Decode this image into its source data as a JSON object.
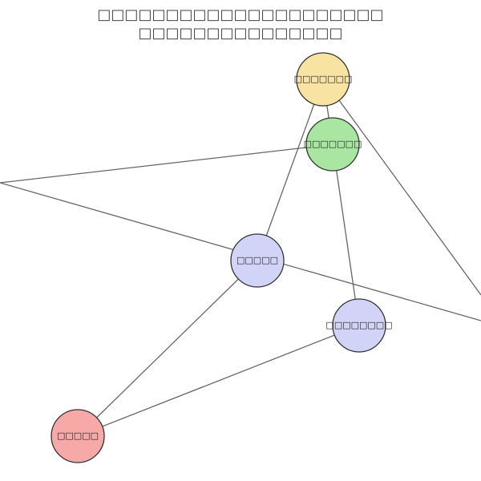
{
  "title": {
    "line1": "□□□□□□□□□□□□□□□□□□□□□",
    "line2": "□□□□□□□□□□□□□□□"
  },
  "nodes": [
    {
      "id": "node-1",
      "label": "□□□□□□□",
      "color": "#f8e3a3"
    },
    {
      "id": "node-2",
      "label": "□□□□□□□",
      "color": "#a8e6a1"
    },
    {
      "id": "node-3",
      "label": "□□□□□",
      "color": "#d2d4f7"
    },
    {
      "id": "node-4",
      "label": "□□□□□□□□",
      "color": "#d2d4f7"
    },
    {
      "id": "node-5",
      "label": "□□□□□",
      "color": "#f7a9a8"
    }
  ],
  "edges": [
    [
      "node-1",
      "node-2"
    ],
    [
      "node-1",
      "node-3"
    ],
    [
      "node-2",
      "node-4"
    ],
    [
      "node-3",
      "node-5"
    ],
    [
      "node-4",
      "node-5"
    ]
  ]
}
